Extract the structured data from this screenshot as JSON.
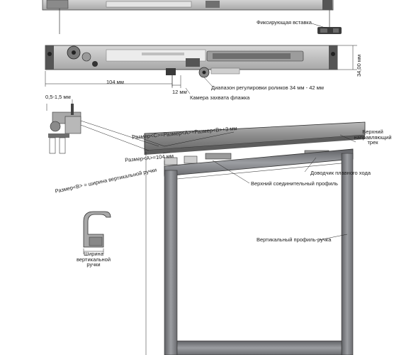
{
  "labels": {
    "fixing_insert": "Фиксирующая вставка",
    "dim_104": "104 мм",
    "dim_12": "12 мм",
    "dim_34": "34,00 мм",
    "roller_range": "Диапазон регулировки роликов 34 мм - 42 мм",
    "flag_chamber": "Камера захвата флажка",
    "gap": "0,5-1,5 мм",
    "size_c": "Размер<C>=Размер<A>+Размер<B>+3 мм",
    "size_a": "Размер<A>=104 мм",
    "size_b": "Размер<B> = ширина вертикальной ручки",
    "upper_track": "Верхний направляющий трек",
    "soft_close": "Доводчик плавного хода",
    "upper_profile": "Верхний соединительный профиль",
    "vertical_profile": "Вертикальный профиль-ручка",
    "handle_width": "Ширина вертикальной ручки"
  },
  "colors": {
    "metal": "#9a9a9a",
    "metal_dark": "#5c5c5c",
    "track": "#8c8c8c",
    "frame": "#7d7f83",
    "glass": "#ffffff",
    "line": "#222222"
  }
}
